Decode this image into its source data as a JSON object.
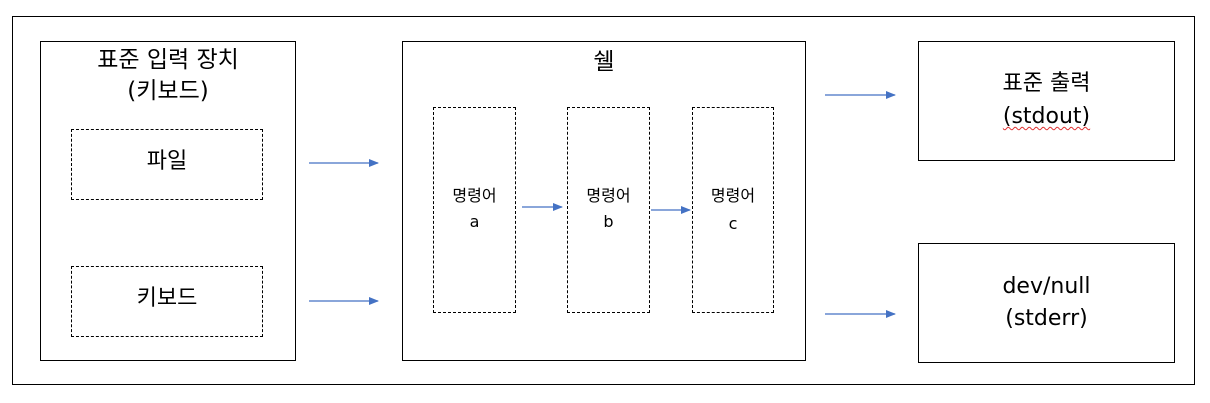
{
  "input_group": {
    "title_line1": "표준 입력 장치",
    "title_line2": "(키보드)",
    "sources": [
      "파일",
      "키보드"
    ]
  },
  "shell": {
    "title": "쉘",
    "commands": [
      {
        "label": "명령어",
        "id": "a"
      },
      {
        "label": "명령어",
        "id": "b"
      },
      {
        "label": "명령어",
        "id": "c"
      }
    ]
  },
  "outputs": {
    "stdout": {
      "line1": "표준 출력",
      "line2": "(stdout)"
    },
    "stderr": {
      "line1": "dev/null",
      "line2": "(stderr)"
    }
  },
  "colors": {
    "arrow": "#4472c4",
    "border": "#000000",
    "spellcheck_underline": "#e03030"
  }
}
